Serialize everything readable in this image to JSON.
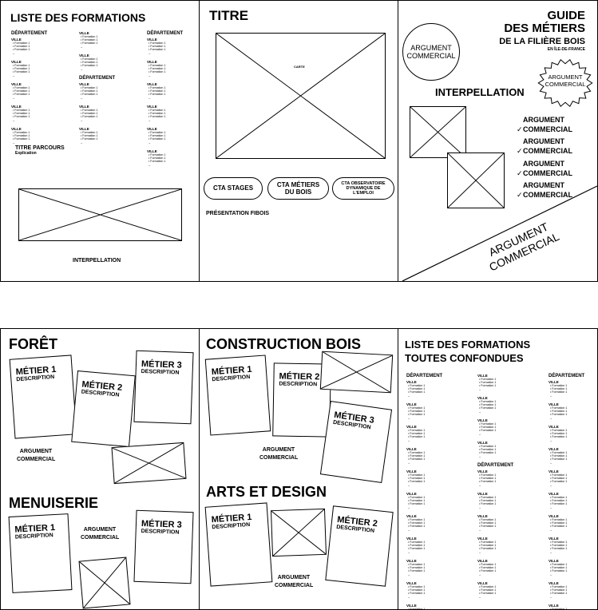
{
  "panel1": {
    "title": "LISTE DES FORMATIONS",
    "departement": "DÉPARTEMENT",
    "ville": "VILLE",
    "formation": "Formation 1",
    "titre_parcours": "TITRE PARCOURS",
    "explication": "Explication",
    "interpellation": "INTERPELLATION"
  },
  "panel2": {
    "title": "TITRE",
    "carte": "CARTE",
    "cta_stages": "CTA STAGES",
    "cta_metiers": "CTA MÉTIERS DU BOIS",
    "cta_observatoire": "CTA OBSERVATOIRE DYNAMIQUE DE L'EMPLOI",
    "presentation": "PRÉSENTATION FIBOIS"
  },
  "panel3": {
    "guide_line1": "GUIDE",
    "guide_line2": "DES MÉTIERS",
    "guide_line3": "DE LA FILIÈRE BOIS",
    "guide_line4": "EN ÎLE-DE-FRANCE",
    "argument": "ARGUMENT COMMERCIAL",
    "interpellation": "INTERPELLATION",
    "bullets": [
      "ARGUMENT COMMERCIAL",
      "ARGUMENT COMMERCIAL",
      "ARGUMENT COMMERCIAL",
      "ARGUMENT COMMERCIAL"
    ],
    "check_mark": "✓"
  },
  "panel4": {
    "foret": "FORÊT",
    "menuiserie": "MENUISERIE",
    "metier1": "MÉTIER 1",
    "metier2": "MÉTIER 2",
    "metier3": "MÉTIER 3",
    "description": "DESCRIPTION",
    "argument": "ARGUMENT COMMERCIAL"
  },
  "panel5": {
    "construction": "CONSTRUCTION BOIS",
    "arts": "ARTS ET DESIGN",
    "metier1": "MÉTIER 1",
    "metier2": "MÉTIER 2",
    "metier3": "MÉTIER 3",
    "description": "DESCRIPTION",
    "argument": "ARGUMENT COMMERCIAL"
  },
  "panel6": {
    "title_line1": "LISTE DES FORMATIONS",
    "title_line2": "TOUTES CONFONDUES",
    "departement": "DÉPARTEMENT",
    "ville": "VILLE",
    "formation": "Formation 1"
  }
}
